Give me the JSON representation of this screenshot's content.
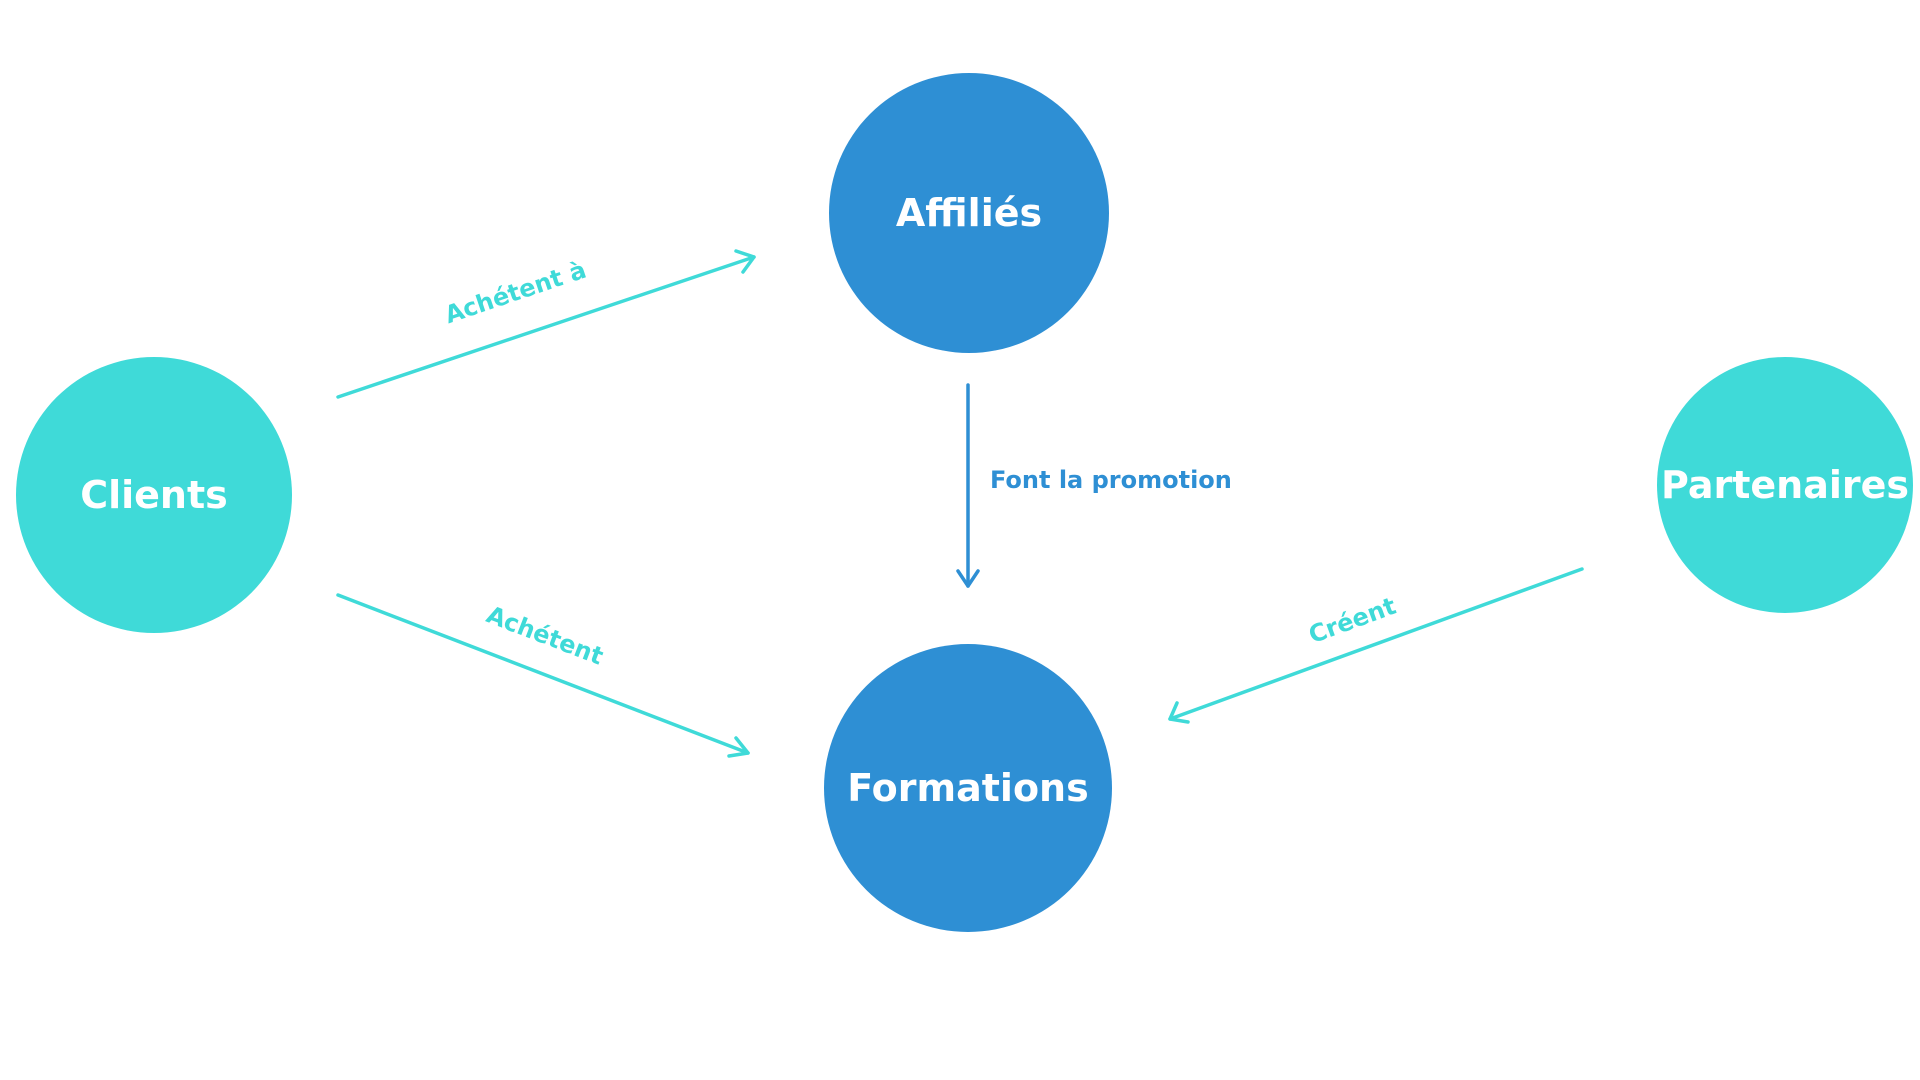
{
  "colors": {
    "light_node": "#3fdad8",
    "dark_node": "#2e8fd4",
    "light_edge": "#3fdad8",
    "dark_edge": "#2e8fd4",
    "node_text": "#ffffff",
    "background": "#ffffff"
  },
  "nodes": {
    "clients": "Clients",
    "affilies": "Affiliés",
    "formations": "Formations",
    "partenaires": "Partenaires"
  },
  "edges": {
    "clients_to_affilies": "Achétent à",
    "clients_to_formations": "Achétent",
    "affilies_to_formations": "Font la promotion",
    "partenaires_to_formations": "Créent"
  }
}
